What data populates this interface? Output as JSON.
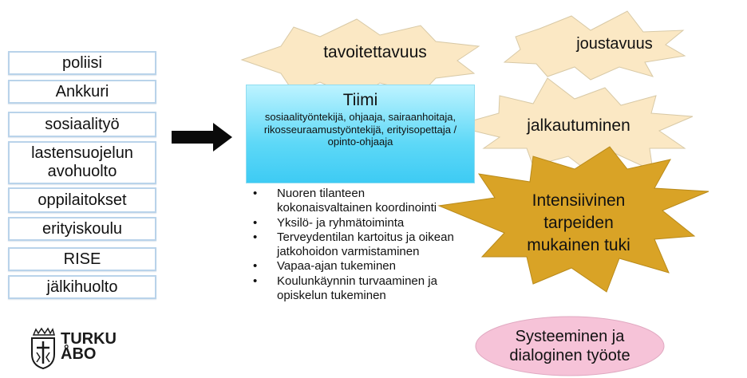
{
  "left_boxes": [
    "poliisi",
    "Ankkuri",
    "sosiaalityö",
    "lastensuojelun avohuolto",
    "oppilaitokset",
    "erityiskoulu",
    "RISE",
    "jälkihuolto"
  ],
  "team": {
    "title": "Tiimi",
    "members": "sosiaalityöntekijä, ohjaaja, sairaanhoitaja, rikosseuraamustyöntekijä, erityisopettaja / opinto-ohjaaja"
  },
  "bullets": [
    "Nuoren tilanteen kokonaisvaltainen koordinointi",
    "Yksilö- ja ryhmätoiminta",
    "Terveydentilan kartoitus ja oikean jatkohoidon varmistaminen",
    "Vapaa-ajan tukeminen",
    "Koulunkäynnin turvaaminen ja opiskelun tukeminen"
  ],
  "stars": {
    "tavoitettavuus": "tavoitettavuus",
    "joustavuus": "joustavuus",
    "jalkautuminen": "jalkautuminen",
    "intensiivinen": [
      "Intensiivinen",
      "tarpeiden",
      "mukainen tuki"
    ]
  },
  "ellipse": [
    "Systeeminen ja",
    "dialoginen työote"
  ],
  "logo": {
    "line1": "TURKU",
    "line2": "ÅBO"
  },
  "colors": {
    "light_star": "#fbe8c4",
    "dark_star": "#d9a326",
    "team_box": "#5dd8f7",
    "ellipse": "#f6c3d8",
    "box_border": "#b9d3ea"
  }
}
